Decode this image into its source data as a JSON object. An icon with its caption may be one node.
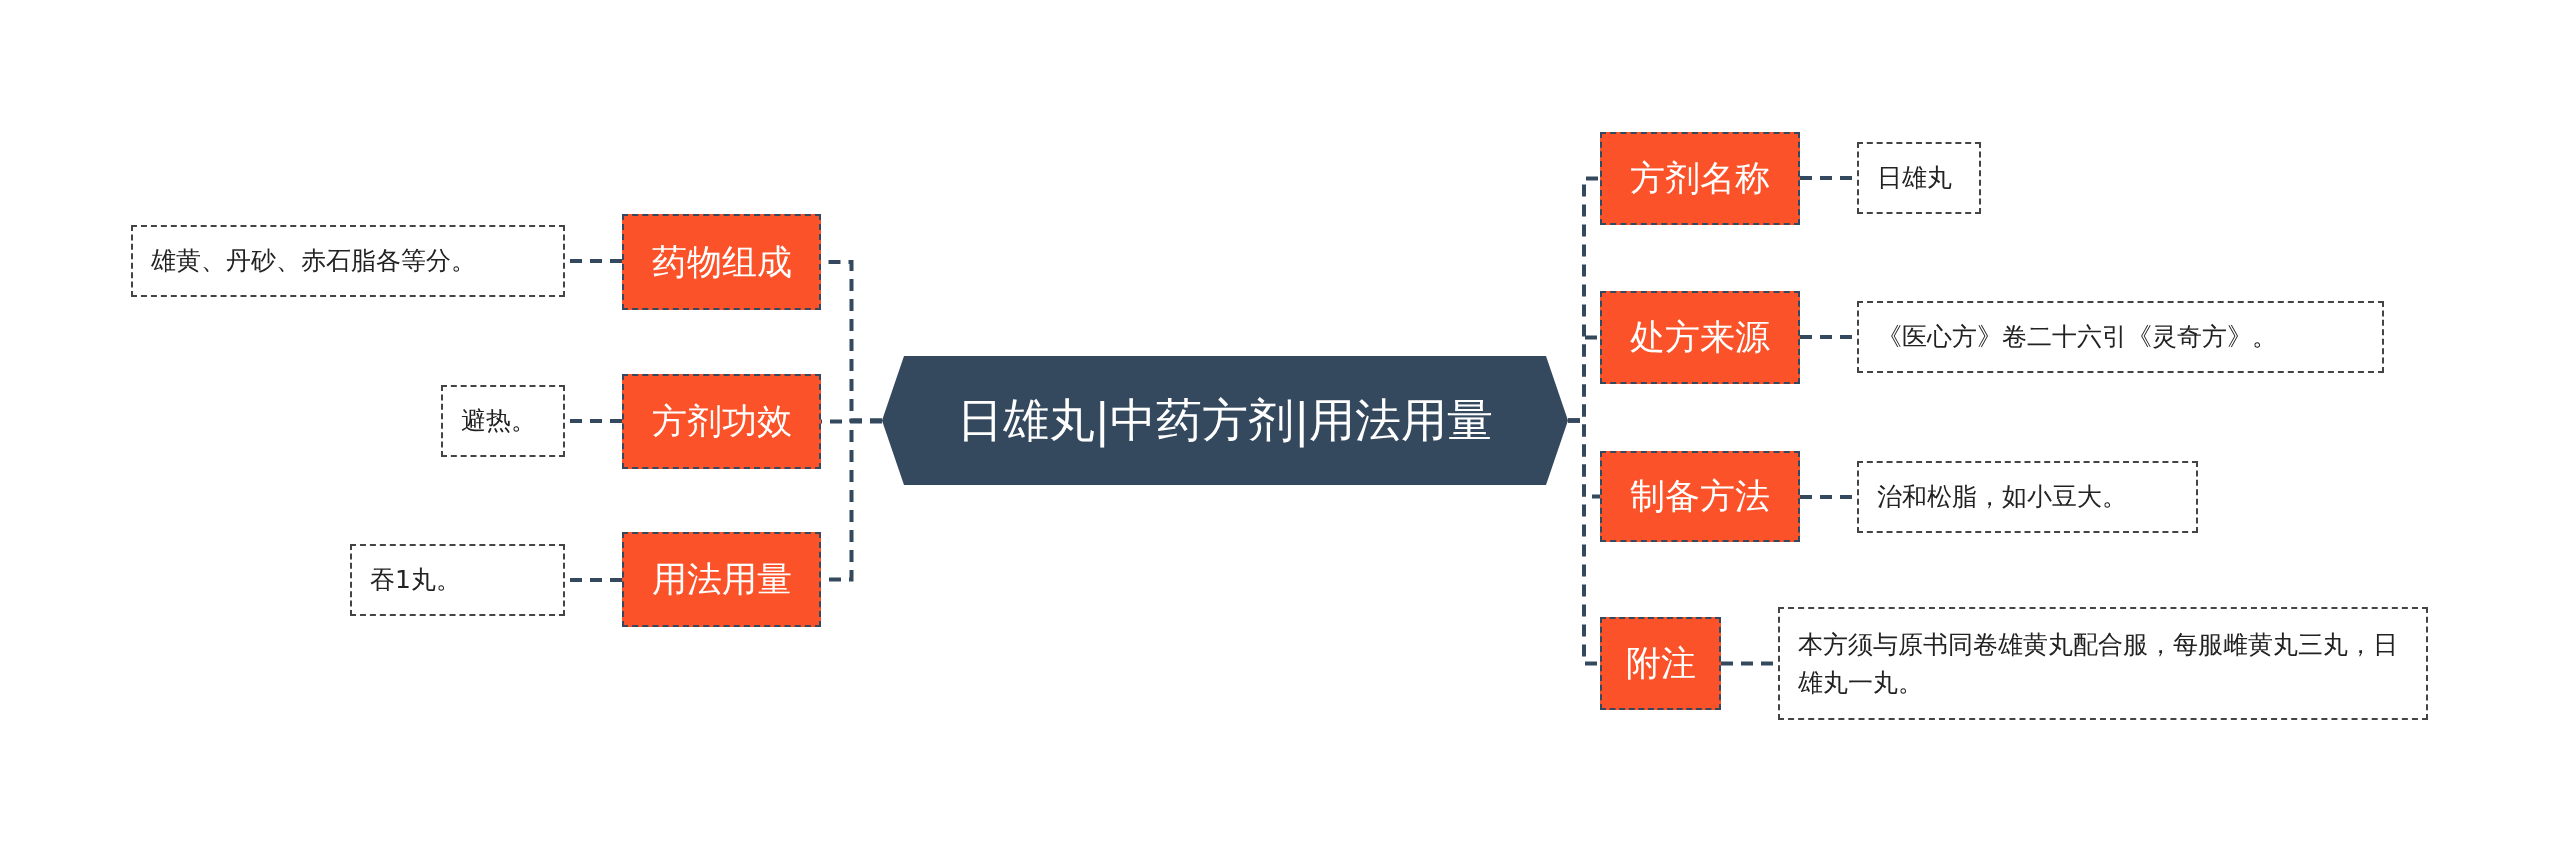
{
  "diagram": {
    "nodes": [
      {
        "text": [
          "日雄丸|中药方剂|用法用量"
        ]
      },
      {
        "text": [
          "药物组成"
        ]
      },
      {
        "text": [
          "雄黄、丹砂、赤石脂各等分。"
        ]
      },
      {
        "text": [
          "方剂功效"
        ]
      },
      {
        "text": [
          "避热。"
        ]
      },
      {
        "text": [
          "用法用量"
        ]
      },
      {
        "text": [
          "吞1丸。"
        ]
      },
      {
        "text": [
          "方剂名称"
        ]
      },
      {
        "text": [
          "日雄丸"
        ]
      },
      {
        "text": [
          "处方来源"
        ]
      },
      {
        "text": [
          "《医心方》卷二十六引《灵奇方》。"
        ]
      },
      {
        "text": [
          "制备方法"
        ]
      },
      {
        "text": [
          "治和松脂，如小豆大。"
        ]
      },
      {
        "text": [
          "附注"
        ]
      },
      {
        "text": [
          "本方须与原书同卷雄黄丸配合服，每服雌黄丸三丸，日雄丸一丸。"
        ]
      }
    ],
    "edges": [
      {
        "from": 0,
        "to": 1,
        "arrow": "none",
        "style": "dashed"
      },
      {
        "from": 0,
        "to": 3,
        "arrow": "none",
        "style": "dashed"
      },
      {
        "from": 0,
        "to": 5,
        "arrow": "none",
        "style": "dashed"
      },
      {
        "from": 1,
        "to": 2,
        "arrow": "none",
        "style": "dashed"
      },
      {
        "from": 3,
        "to": 4,
        "arrow": "none",
        "style": "dashed"
      },
      {
        "from": 5,
        "to": 6,
        "arrow": "none",
        "style": "dashed"
      },
      {
        "from": 0,
        "to": 7,
        "arrow": "none",
        "style": "dashed"
      },
      {
        "from": 0,
        "to": 9,
        "arrow": "none",
        "style": "dashed"
      },
      {
        "from": 0,
        "to": 11,
        "arrow": "none",
        "style": "dashed"
      },
      {
        "from": 0,
        "to": 13,
        "arrow": "none",
        "style": "dashed"
      },
      {
        "from": 7,
        "to": 8,
        "arrow": "none",
        "style": "dashed"
      },
      {
        "from": 9,
        "to": 10,
        "arrow": "none",
        "style": "dashed"
      },
      {
        "from": 11,
        "to": 12,
        "arrow": "none",
        "style": "dashed"
      },
      {
        "from": 13,
        "to": 14,
        "arrow": "none",
        "style": "dashed"
      }
    ]
  }
}
